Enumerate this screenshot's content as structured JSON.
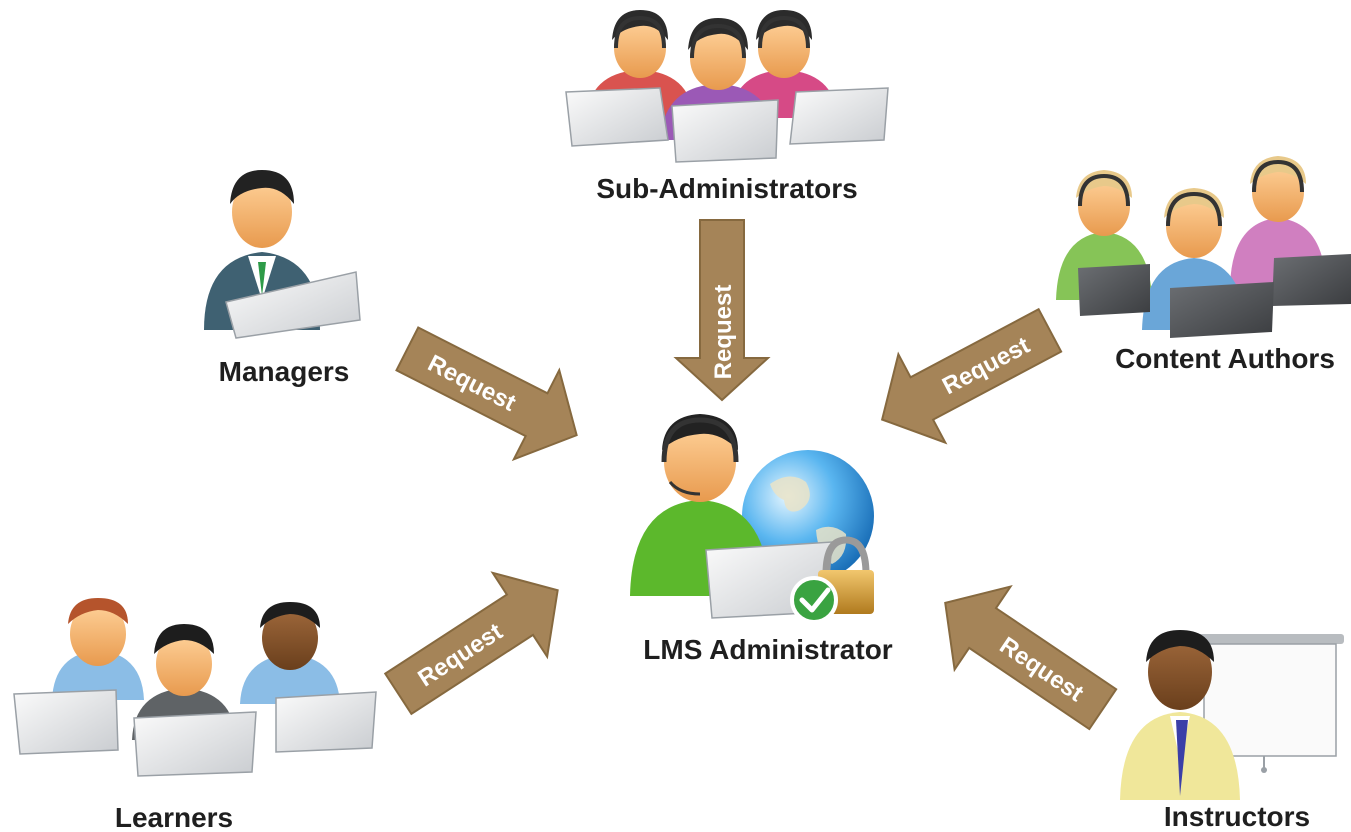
{
  "roles": {
    "sub_administrators": "Sub-Administrators",
    "managers": "Managers",
    "content_authors": "Content Authors",
    "lms_administrator": "LMS Administrator",
    "learners": "Learners",
    "instructors": "Instructors"
  },
  "arrows": {
    "top": "Request",
    "managers": "Request",
    "content_authors": "Request",
    "learners": "Request",
    "instructors": "Request"
  },
  "colors": {
    "arrow_fill": "#a58458",
    "arrow_stroke": "#86693f",
    "label_text": "#1f1f1f"
  }
}
